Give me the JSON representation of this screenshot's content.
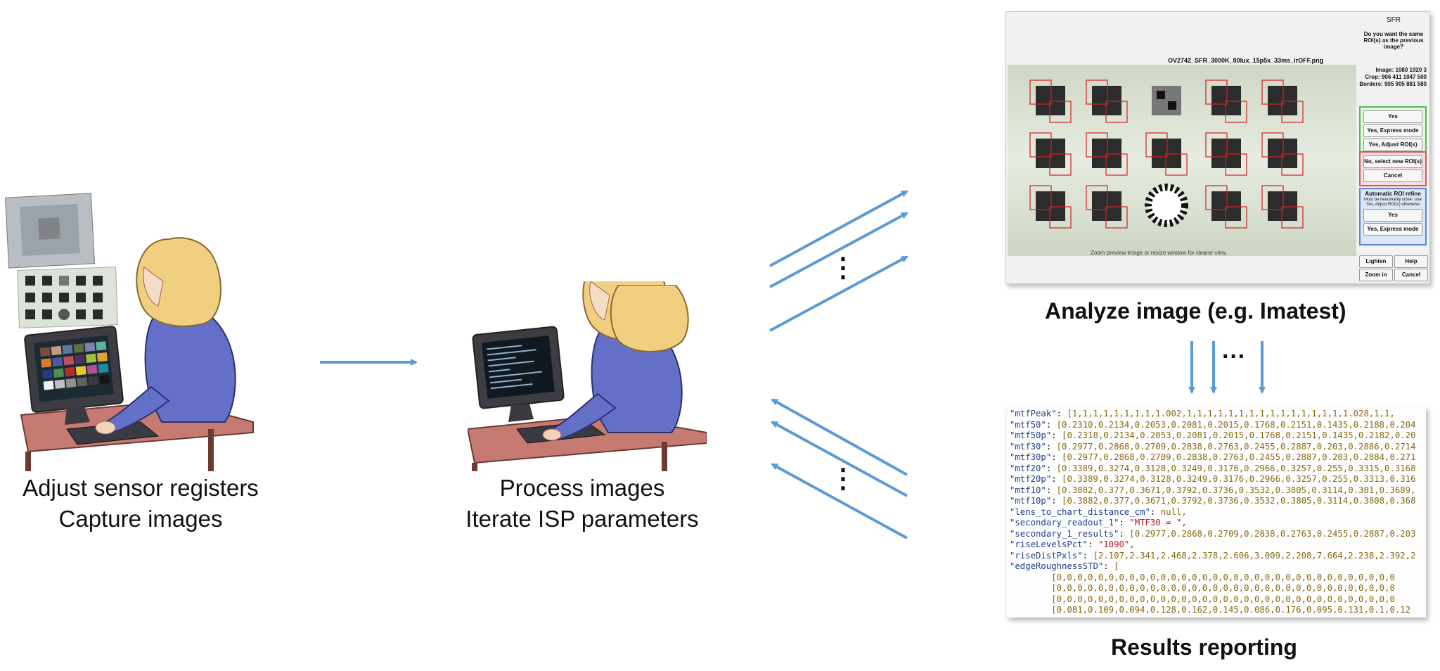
{
  "stage1": {
    "line1": "Adjust sensor registers",
    "line2": "Capture images"
  },
  "stage2": {
    "line1": "Process images",
    "line2": "Iterate ISP parameters"
  },
  "analyze_label": "Analyze image (e.g. Imatest)",
  "results_label": "Results reporting",
  "ellipsis": "⋮",
  "hellipsis": "···",
  "imatest": {
    "window_title": "SFR",
    "question": "Do you want the same ROI(s) as the previous image?",
    "image_filename": "OV2742_SFR_3000K_80lux_15p5x_33ms_irOFF.png",
    "info": [
      "Image: 1080 1920 3",
      "Crop: 906 411 1047 500",
      "Borders: 905 905 881 580"
    ],
    "btn_yes": "Yes",
    "btn_express": "Yes, Express mode",
    "btn_adjust": "Yes, Adjust ROI(s)",
    "btn_new_roi": "No, select new ROI(s)",
    "btn_cancel": "Cancel",
    "auto_title": "Automatic ROI refine",
    "auto_note": "Must be reasonably close. Use Yes, Adjust ROI(s) otherwise",
    "btn_auto_yes": "Yes",
    "btn_auto_express": "Yes, Express mode",
    "btn_lighten": "Lighten",
    "btn_help": "Help",
    "btn_zoom": "Zoom in",
    "btn_cancel2": "Cancel",
    "hint": "Zoom preview image or resize window for clearer view."
  },
  "results": {
    "lines": [
      {
        "k": "\"mtfPeak\"",
        "v": "[1,1,1,1,1,1,1,1,1.002,1,1,1,1,1,1,1,1,1,1,1,1,1,1,1,1.028,1,1,"
      },
      {
        "k": "\"mtf50\"",
        "v": "[0.2310,0.2134,0.2053,0.2081,0.2015,0.1768,0.2151,0.1435,0.2188,0.204"
      },
      {
        "k": "\"mtf50p\"",
        "v": "[0.2318,0.2134,0.2053,0.2081,0.2015,0.1768,0.2151,0.1435,0.2182,0.20"
      },
      {
        "k": "\"mtf30\"",
        "v": "[0.2977,0.2868,0.2709,0.2838,0.2763,0.2455,0.2887,0.203,0.2886,0.2714"
      },
      {
        "k": "\"mtf30p\"",
        "v": "[0.2977,0.2868,0.2709,0.2838,0.2763,0.2455,0.2887,0.203,0.2884,0.271"
      },
      {
        "k": "\"mtf20\"",
        "v": "[0.3389,0.3274,0.3128,0.3249,0.3176,0.2966,0.3257,0.255,0.3315,0.3168"
      },
      {
        "k": "\"mtf20p\"",
        "v": "[0.3389,0.3274,0.3128,0.3249,0.3176,0.2966,0.3257,0.255,0.3313,0.316"
      },
      {
        "k": "\"mtf10\"",
        "v": "[0.3882,0.377,0.3671,0.3792,0.3736,0.3532,0.3805,0.3114,0.381,0.3689,"
      },
      {
        "k": "\"mtf10p\"",
        "v": "[0.3882,0.377,0.3671,0.3792,0.3736,0.3532,0.3805,0.3114,0.3808,0.368"
      },
      {
        "k": "\"lens_to_chart_distance_cm\"",
        "v": "null,"
      },
      {
        "k": "\"secondary_readout_1\"",
        "v": "\"MTF30 = \","
      },
      {
        "k": "\"secondary_1_results\"",
        "v": "[0.2977,0.2868,0.2709,0.2838,0.2763,0.2455,0.2887,0.203"
      },
      {
        "k": "\"riseLevelsPct\"",
        "v": "\"1090\","
      },
      {
        "k": "\"riseDistPxls\"",
        "v": "[2.107,2.341,2.468,2.378,2.606,3.009,2.208,7.664,2.238,2.392,2"
      },
      {
        "k": "\"edgeRoughnessSTD\"",
        "v": "["
      },
      {
        "k": "",
        "v": "        [0,0,0,0,0,0,0,0,0,0,0,0,0,0,0,0,0,0,0,0,0,0,0,0,0,0,0,0,0,0,0,0,0"
      },
      {
        "k": "",
        "v": "        [0,0,0,0,0,0,0,0,0,0,0,0,0,0,0,0,0,0,0,0,0,0,0,0,0,0,0,0,0,0,0,0,0"
      },
      {
        "k": "",
        "v": "        [0,0,0,0,0,0,0,0,0,0,0,0,0,0,0,0,0,0,0,0,0,0,0,0,0,0,0,0,0,0,0,0,0"
      },
      {
        "k": "",
        "v": "        [0.081,0.109,0.094,0.128,0.162,0.145,0.086,0.176,0.095,0.131,0.1,0.12"
      }
    ]
  },
  "colors": {
    "arrow": "#5b9bd5",
    "roi_box": "#d42020",
    "green_group": "#57b957",
    "red_group": "#d85a5a",
    "blue_group": "#5b86d5"
  }
}
